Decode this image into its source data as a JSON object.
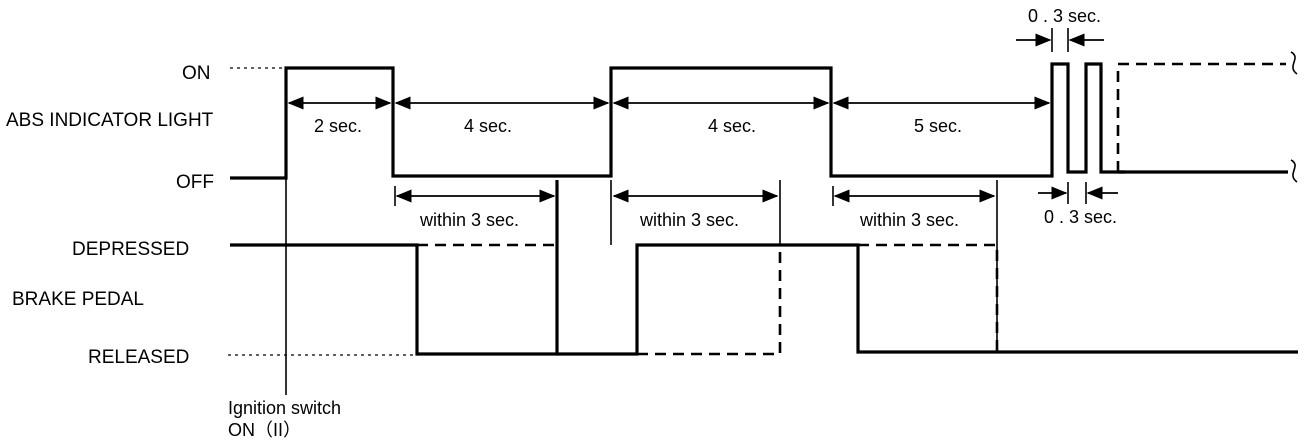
{
  "labels": {
    "on": "ON",
    "abs_indicator_light": "ABS INDICATOR LIGHT",
    "off": "OFF",
    "depressed": "DEPRESSED",
    "brake_pedal": "BRAKE PEDAL",
    "released": "RELEASED",
    "ignition_line1": "Ignition switch",
    "ignition_line2": "ON（II）"
  },
  "timings": {
    "t1": "2 sec.",
    "t2": "4 sec.",
    "t3": "4 sec.",
    "t4": "5 sec.",
    "w1": "within 3 sec.",
    "w2": "within 3 sec.",
    "w3": "within 3 sec.",
    "blink_top": "0 . 3 sec.",
    "blink_bottom": "0 . 3 sec."
  }
}
